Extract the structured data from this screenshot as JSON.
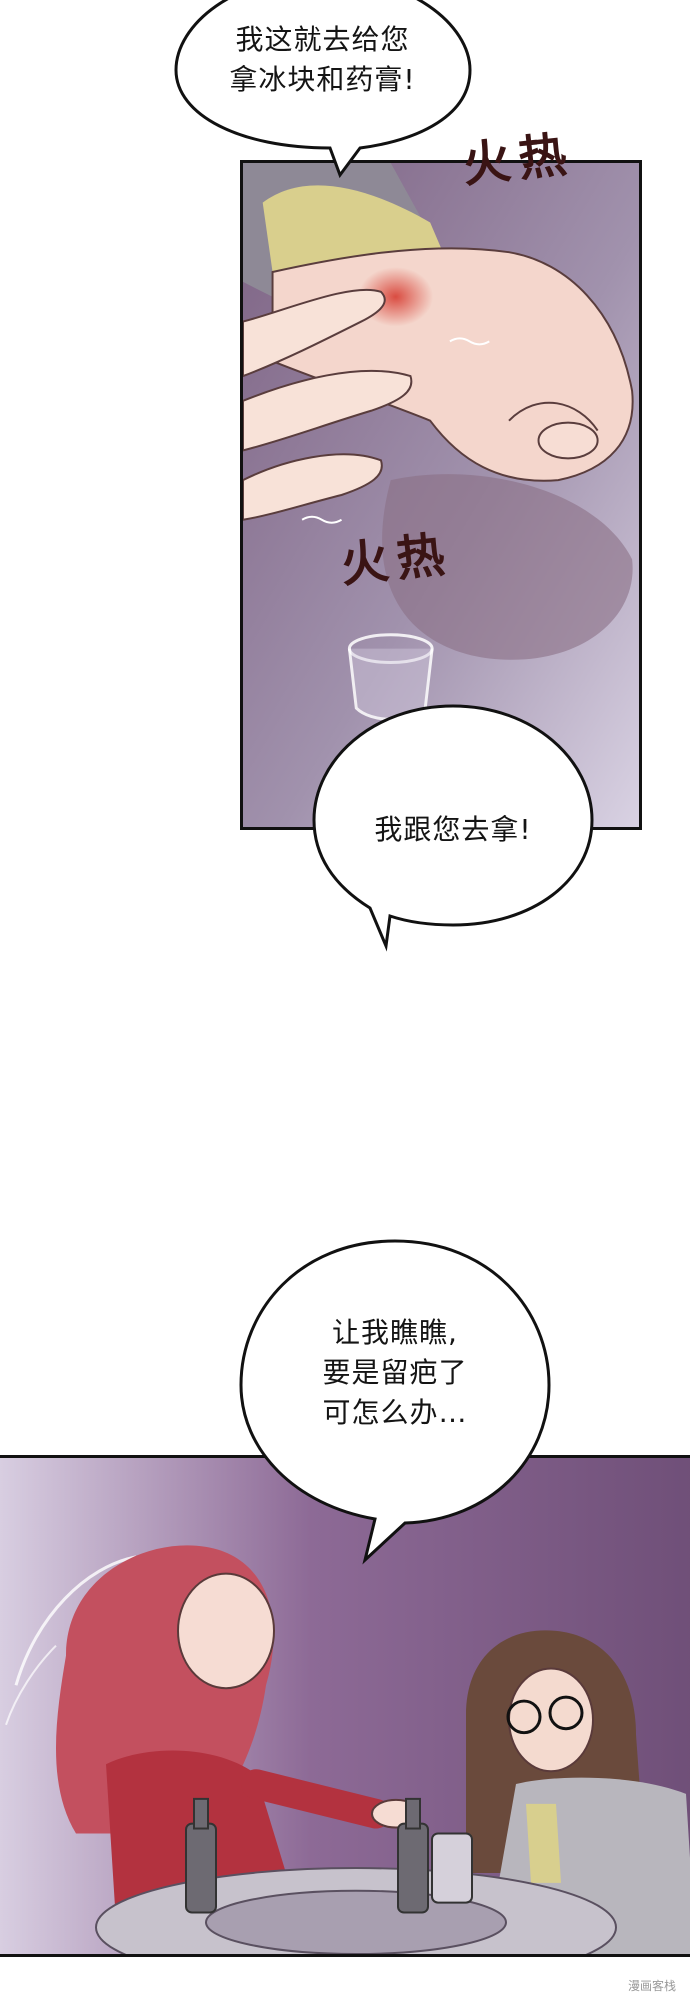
{
  "dialogue": {
    "bubble_1": {
      "lines": [
        "我这就去给您",
        "拿冰块和药膏!"
      ]
    },
    "bubble_2": {
      "lines": [
        "我跟您去拿!"
      ]
    },
    "bubble_3": {
      "lines": [
        "让我瞧瞧,",
        "要是留疤了",
        "可怎么办…"
      ]
    }
  },
  "sound_effects": {
    "sfx_1": "火热",
    "sfx_2": "火热"
  },
  "watermark": "漫画客栈",
  "colors": {
    "panel_border": "#111111",
    "bubble_fill": "#ffffff",
    "burn_mark": "#d8453a",
    "background_purple": "#7a5a80"
  }
}
